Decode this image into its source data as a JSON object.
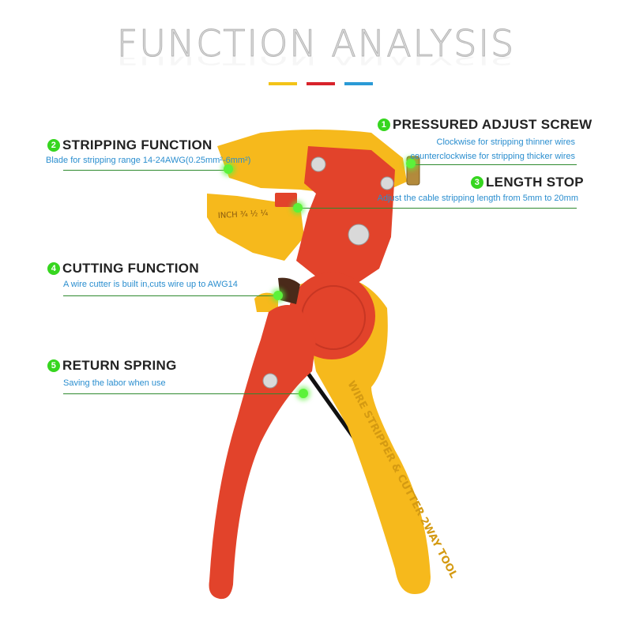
{
  "header": {
    "title": "FUNCTION ANALYSIS",
    "accent_colors": [
      "#f3c318",
      "#d8232b",
      "#2a9ad6"
    ]
  },
  "features": [
    {
      "number": "1",
      "title": "PRESSURED ADJUST SCREW",
      "descriptions": [
        "Clockwise for stripping thinner wires",
        "counterclockwise for stripping thicker wires"
      ]
    },
    {
      "number": "2",
      "title": "STRIPPING FUNCTION",
      "descriptions": [
        "Blade for stripping range 14-24AWG(0.25mm²-6mm²)"
      ]
    },
    {
      "number": "3",
      "title": "LENGTH STOP",
      "descriptions": [
        "Adjust the cable stripping length from 5mm to 20mm"
      ]
    },
    {
      "number": "4",
      "title": "CUTTING FUNCTION",
      "descriptions": [
        "A wire cutter is built in,cuts wire up to AWG14"
      ]
    },
    {
      "number": "5",
      "title": "RETURN SPRING",
      "descriptions": [
        "Saving the labor when use"
      ]
    }
  ],
  "tool": {
    "handle_text": "WIRE STRIPPER & CUTTER 2WAY TOOL",
    "scale_text": "INCH ¾  ½  ¼",
    "colors": {
      "red": "#e2432b",
      "yellow": "#f6b91c",
      "dark": "#111111"
    }
  }
}
